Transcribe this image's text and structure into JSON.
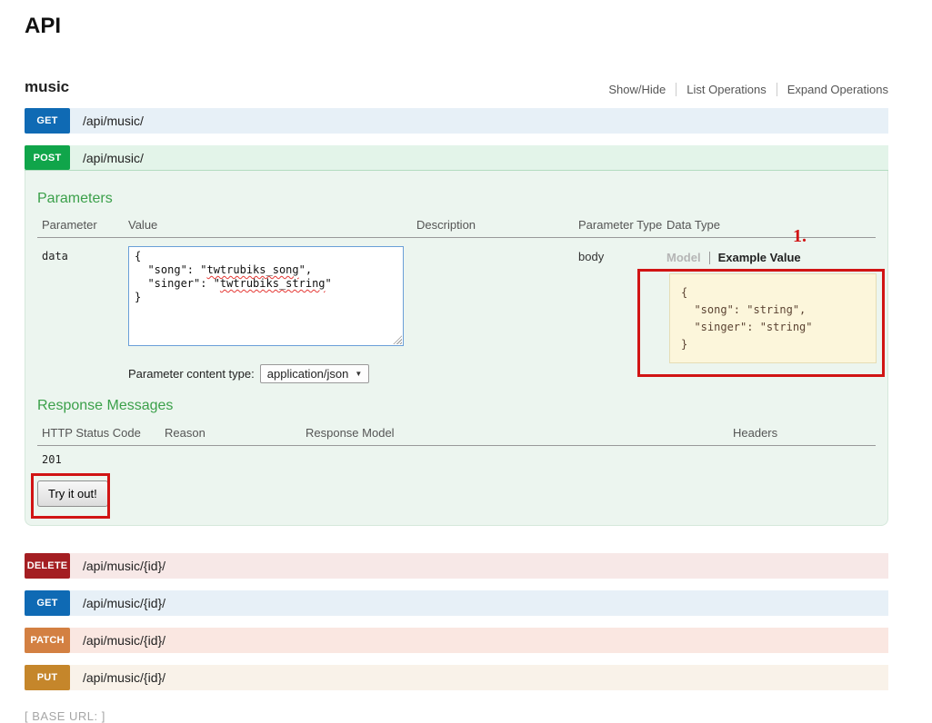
{
  "page": {
    "title": "API",
    "base_url_label": "[ BASE URL: ]"
  },
  "resource": {
    "name": "music",
    "controls": {
      "show_hide": "Show/Hide",
      "list_operations": "List Operations",
      "expand_operations": "Expand Operations"
    }
  },
  "endpoints": [
    {
      "method": "GET",
      "path": "/api/music/",
      "style": "get"
    },
    {
      "method": "POST",
      "path": "/api/music/",
      "style": "post",
      "expanded": true
    },
    {
      "method": "DELETE",
      "path": "/api/music/{id}/",
      "style": "delete"
    },
    {
      "method": "GET",
      "path": "/api/music/{id}/",
      "style": "get"
    },
    {
      "method": "PATCH",
      "path": "/api/music/{id}/",
      "style": "patch"
    },
    {
      "method": "PUT",
      "path": "/api/music/{id}/",
      "style": "put"
    }
  ],
  "post_operation": {
    "parameters_heading": "Parameters",
    "table_headers": {
      "parameter": "Parameter",
      "value": "Value",
      "description": "Description",
      "parameter_type": "Parameter Type",
      "data_type": "Data Type"
    },
    "row": {
      "name": "data",
      "value_text": "{\n  \"song\": \"twtrubiks_song\",\n  \"singer\": \"twtrubiks_string\"\n}",
      "value_segments": [
        {
          "t": "{\n  \"song\": \""
        },
        {
          "t": "twtrubiks_song",
          "wavy": true
        },
        {
          "t": "\",\n  \"singer\": \""
        },
        {
          "t": "twtrubiks_string",
          "wavy": true
        },
        {
          "t": "\"\n}"
        }
      ],
      "description": "",
      "parameter_type": "body",
      "content_type_label": "Parameter content type:",
      "content_type_value": "application/json",
      "tabs": {
        "model": "Model",
        "example": "Example Value"
      },
      "example_json": "{\n  \"song\": \"string\",\n  \"singer\": \"string\"\n}"
    },
    "response_heading": "Response Messages",
    "response_headers": {
      "code": "HTTP Status Code",
      "reason": "Reason",
      "model": "Response Model",
      "headers": "Headers"
    },
    "response_row": {
      "code": "201"
    },
    "try_button_label": "Try it out!"
  },
  "annotations": {
    "step1_label": "1."
  },
  "icons": {
    "dropdown_arrow": "▼"
  },
  "colors": {
    "get": "#0f6ab4",
    "get_row_bg": "#e7f0f7",
    "post": "#10a54a",
    "post_row_bg": "#e3f4e9",
    "post_panel_bg": "#ecf5ef",
    "delete": "#a41e22",
    "delete_row_bg": "#f7e8e7",
    "patch": "#d38042",
    "patch_row_bg": "#fae7e1",
    "put": "#c5862b",
    "put_row_bg": "#f9f2e9",
    "section_heading_green": "#3ba04a",
    "example_box_bg": "#fcf6db",
    "annotation_red": "#d11414"
  }
}
